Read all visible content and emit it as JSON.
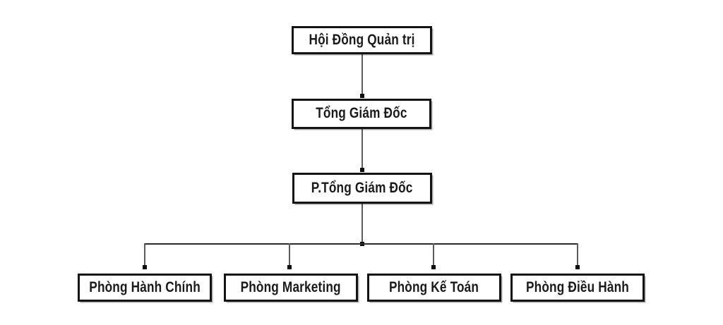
{
  "diagram": {
    "type": "org-chart",
    "background_color": "#ffffff",
    "box_border_color": "#141414",
    "text_color": "#1a1a1a",
    "line_color": "#5c5c5c",
    "branch_line_color": "#2b2b2b",
    "nodes": {
      "board": {
        "label": "Hội Đồng Quản trị",
        "level": 1
      },
      "ceo": {
        "label": "Tổng Giám Đốc",
        "level": 2
      },
      "deputy_ceo": {
        "label": "P.Tổng Giám Đốc",
        "level": 3
      },
      "dept_admin": {
        "label": "Phòng Hành Chính",
        "level": 4
      },
      "dept_marketing": {
        "label": "Phòng Marketing",
        "level": 4
      },
      "dept_accounting": {
        "label": "Phòng Kế Toán",
        "level": 4
      },
      "dept_operations": {
        "label": "Phòng Điều Hành",
        "level": 4
      }
    },
    "edges": [
      {
        "from": "board",
        "to": "ceo"
      },
      {
        "from": "ceo",
        "to": "deputy_ceo"
      },
      {
        "from": "deputy_ceo",
        "to": "dept_admin"
      },
      {
        "from": "deputy_ceo",
        "to": "dept_marketing"
      },
      {
        "from": "deputy_ceo",
        "to": "dept_accounting"
      },
      {
        "from": "deputy_ceo",
        "to": "dept_operations"
      }
    ]
  }
}
